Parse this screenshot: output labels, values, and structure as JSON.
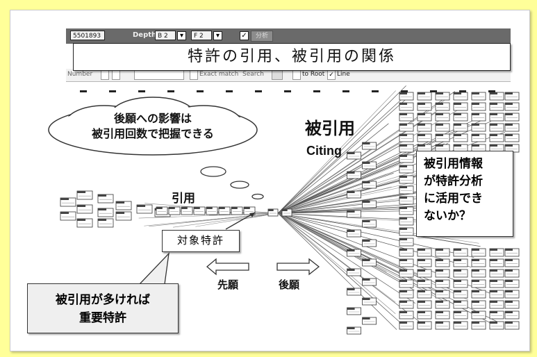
{
  "title": "特許の引用、被引用の関係",
  "toolbar": {
    "patent_number": "5501893",
    "depth_label": "Depth",
    "depth_back": "B 2",
    "depth_forward": "F 2",
    "analyze_button": "分析",
    "number_field": "Number",
    "exact_match": "Exact match",
    "search": "Search",
    "to_root": "to Root",
    "line": "Line"
  },
  "cloud_text": [
    "後願への影響は",
    "被引用回数で把握できる"
  ],
  "labels": {
    "cited_jp": "被引用",
    "citing_en": "Citing",
    "citation": "引用",
    "target_patent": "対象特許",
    "earlier": "先願",
    "later": "後願"
  },
  "question_box": [
    "被引用情報",
    "が特許分析",
    "に活用でき",
    "ないか？"
  ],
  "conclusion_box": [
    "被引用が多ければ",
    "重要特許"
  ]
}
